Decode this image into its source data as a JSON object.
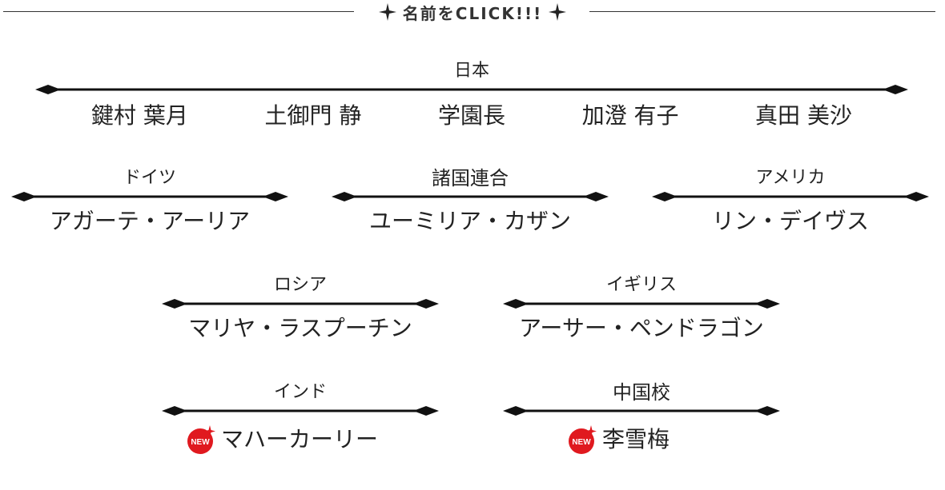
{
  "heading": {
    "title": "名前をCLICK!!!"
  },
  "groups": {
    "japan": {
      "country": "日本",
      "names": [
        "鍵村 葉月",
        "土御門 静",
        "学園長",
        "加澄 有子",
        "真田 美沙"
      ]
    },
    "germany": {
      "country": "ドイツ",
      "names": [
        "アガーテ・アーリア"
      ]
    },
    "un": {
      "country": "諸国連合",
      "names": [
        "ユーミリア・カザン"
      ]
    },
    "america": {
      "country": "アメリカ",
      "names": [
        "リン・デイヴス"
      ]
    },
    "russia": {
      "country": "ロシア",
      "names": [
        "マリヤ・ラスプーチン"
      ]
    },
    "uk": {
      "country": "イギリス",
      "names": [
        "アーサー・ペンドラゴン"
      ]
    },
    "india": {
      "country": "インド",
      "names": [
        "マハーカーリー"
      ],
      "new_badge": "NEW"
    },
    "china": {
      "country": "中国校",
      "names": [
        "李雪梅"
      ],
      "new_badge": "NEW"
    }
  },
  "colors": {
    "line": "#111111",
    "badge": "#e0191f"
  },
  "icons": {
    "heading_ornament": "four-point-star-icon",
    "new": "new-badge-icon"
  }
}
